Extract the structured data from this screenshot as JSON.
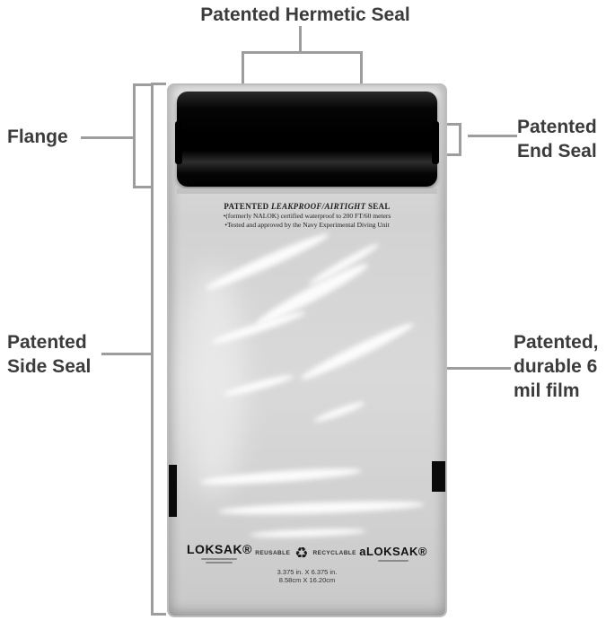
{
  "callouts": {
    "hermetic_seal": "Patented Hermetic Seal",
    "flange": "Flange",
    "end_seal": "Patented End Seal",
    "side_seal": "Patented Side Seal",
    "film": "Patented, durable 6 mil film"
  },
  "bag_print": {
    "line1_prefix": "PATENTED ",
    "line1_emph": "LEAKPROOF/AIRTIGHT",
    "line1_suffix": " SEAL",
    "line2": "•(formerly NALOK) certified waterproof to 200 FT/60 meters",
    "line3": "•Tested and approved by the Navy Experimental Diving Unit"
  },
  "bottom_print": {
    "brand_left": "LOKSAK®",
    "reusable": "REUSABLE",
    "recycle_icon": "♻",
    "recyclable": "RECYCLABLE",
    "brand_right": "aLOKSAK®",
    "dimensions_line1": "3.375 in. X 6.375 in.",
    "dimensions_line2": "8.58cm X 16.20cm"
  },
  "colors": {
    "label_text": "#3b3b3b",
    "connector_gray": "#9d9d9d",
    "seal_black": "#0a0a0a",
    "bag_gray": "#d6d6d6"
  }
}
